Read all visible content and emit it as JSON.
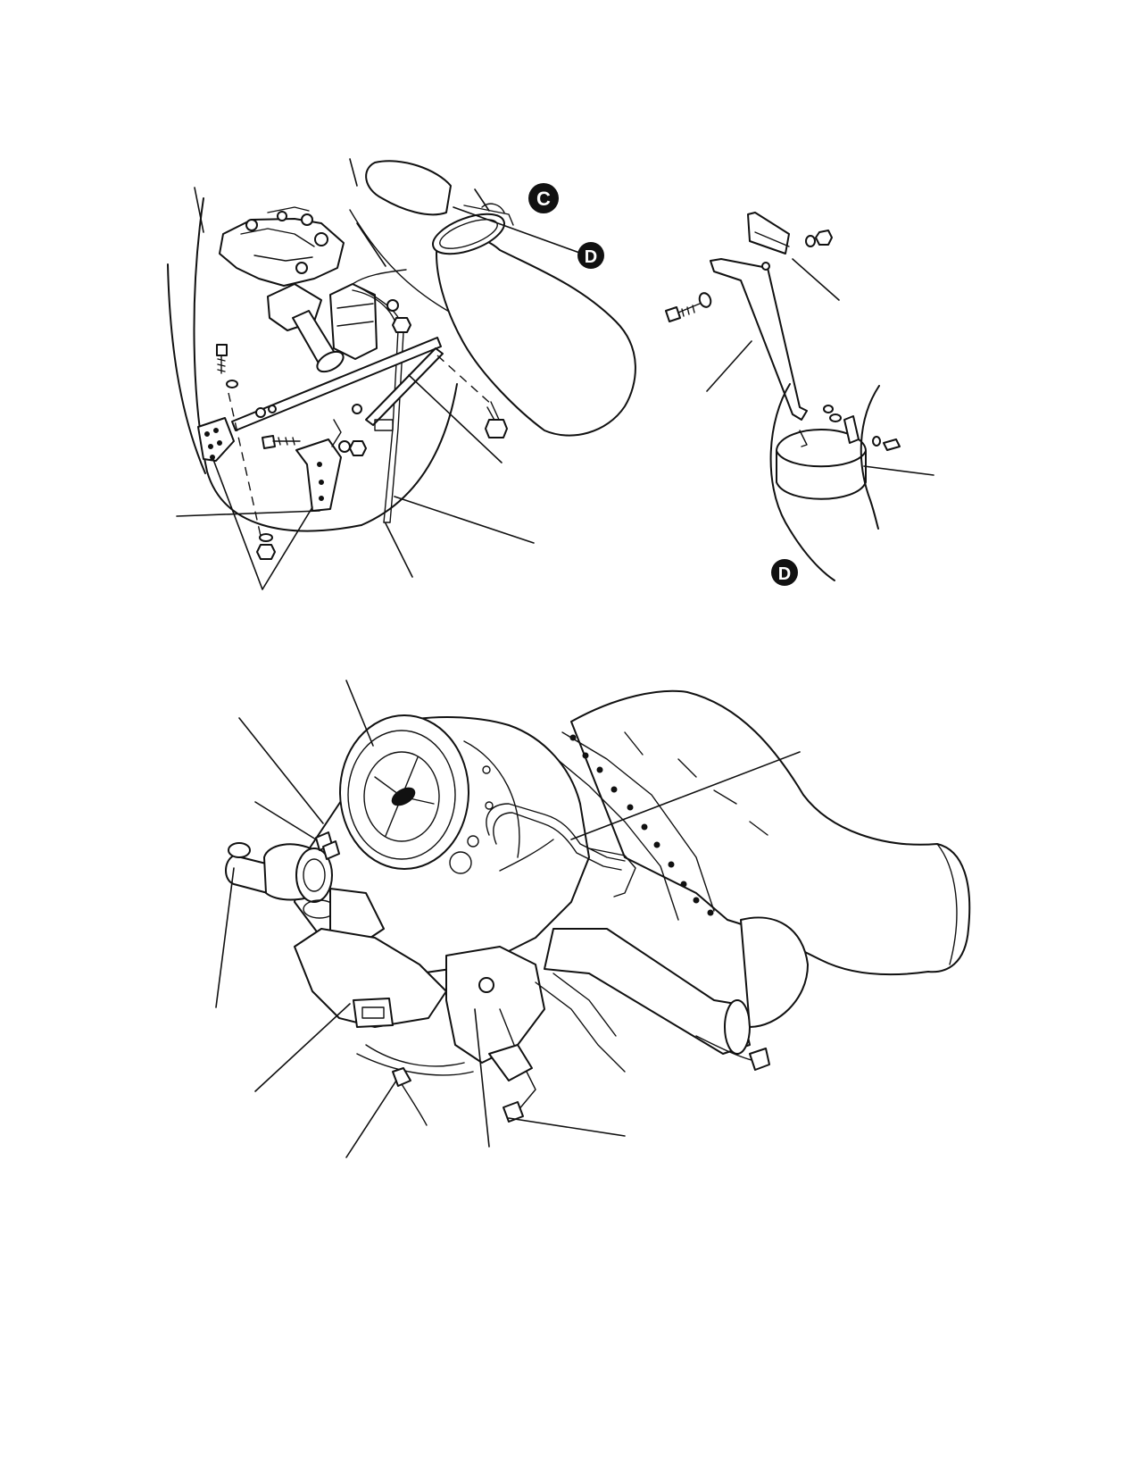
{
  "detail_markers": {
    "c": "C",
    "d_upper": "D",
    "d_lower": "D"
  },
  "colors": {
    "line": "#111111",
    "paper": "#ffffff",
    "marker_fill": "#111111",
    "marker_text": "#ffffff"
  }
}
